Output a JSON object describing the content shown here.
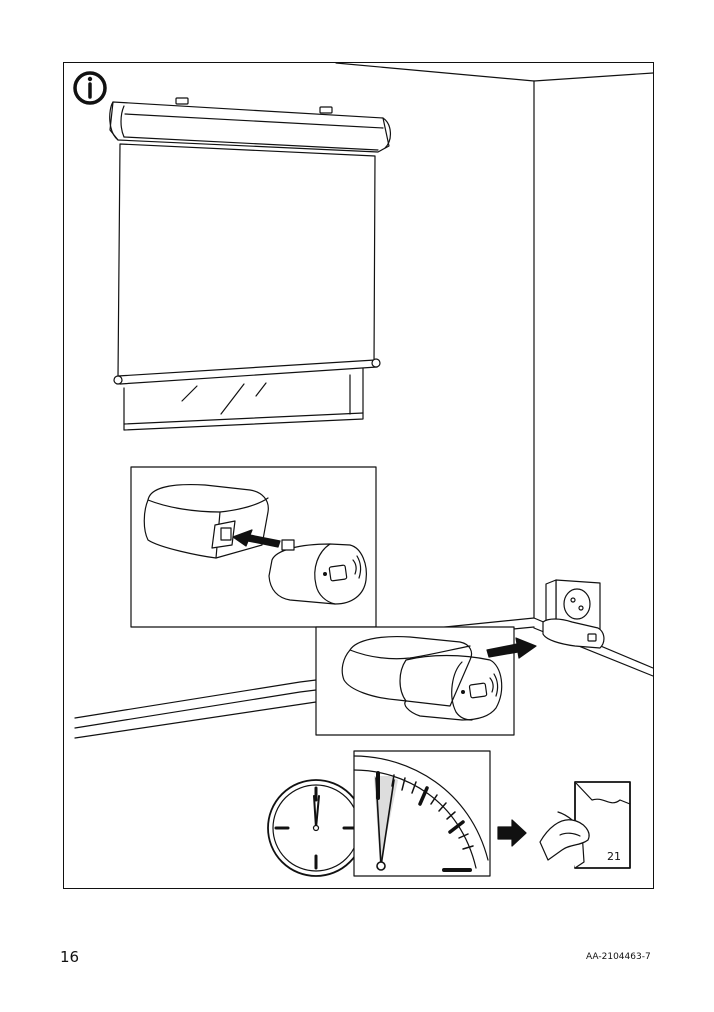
{
  "document": {
    "page_number": "16",
    "article_code": "AA-2104463-7",
    "reference_page": "21"
  },
  "icons": [
    "info-icon",
    "roller-blind-illustration",
    "signal-repeater-icon",
    "power-plug-adapter-icon",
    "wall-socket-icon",
    "clock-icon",
    "clock-detail-icon",
    "arrow-icon",
    "turn-page-icon"
  ]
}
